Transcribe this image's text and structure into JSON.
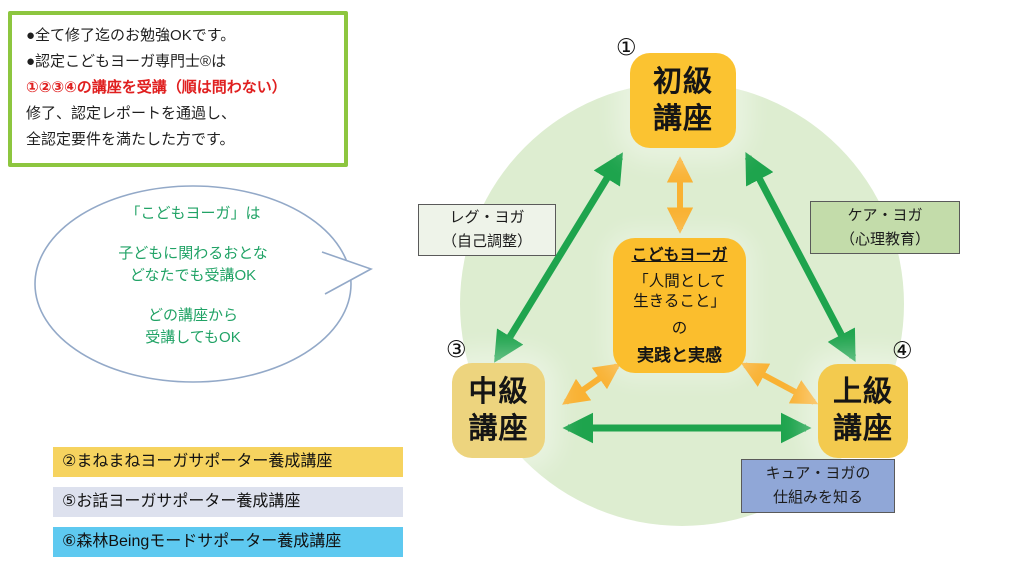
{
  "info_box": {
    "line1": "●全て修了迄のお勉強OKです。",
    "line2": "●認定こどもヨーガ専門士®は",
    "line3": "①②③④の講座を受講（順は問わない）",
    "line4": "修了、認定レポートを通過し、",
    "line5": "全認定要件を満たした方です。"
  },
  "speech_bubble": {
    "line1": "「こどもヨーガ」は",
    "line2": "子どもに関わるおとな",
    "line3": "どなたでも受講OK",
    "line4": "どの講座から",
    "line5": "受講してもOK"
  },
  "course_list": [
    {
      "label": "②まねまねヨーガサポーター養成講座",
      "bg": "#f6d35f"
    },
    {
      "label": "⑤お話ヨーガサポーター養成講座",
      "bg": "#dde1ee"
    },
    {
      "label": "⑥森林Beingモードサポーター養成講座",
      "bg": "#5ec9f0"
    }
  ],
  "diagram": {
    "nodes": {
      "beginner": {
        "number": "①",
        "line1": "初級",
        "line2": "講座"
      },
      "intermediate": {
        "number": "③",
        "line1": "中級",
        "line2": "講座"
      },
      "advanced": {
        "number": "④",
        "line1": "上級",
        "line2": "講座"
      }
    },
    "center_box": {
      "title": "こどもヨーガ",
      "line1": "「人間として",
      "line2": "生きること」",
      "line3": "の",
      "line4": "実践と実感"
    },
    "labels": {
      "leg_yoga": {
        "line1": "レグ・ヨガ",
        "line2": "（自己調整）"
      },
      "care_yoga": {
        "line1": "ケア・ヨガ",
        "line2": "（心理教育）"
      },
      "cure_yoga": {
        "line1": "キュア・ヨガの",
        "line2": "仕組みを知る"
      }
    },
    "colors": {
      "circle_bg": "#ddedd0",
      "green_arrow": "#1ea44d",
      "yellow_arrow": "#f9b233",
      "node_beginner_bg": "#fbc331",
      "node_intermediate_bg": "#edd47e",
      "node_advanced_bg": "#f3ca4e",
      "center_box_bg": "#fbbe2d",
      "leg_label_bg": "#eef3e9",
      "care_label_bg": "#c3dcaa",
      "cure_label_bg": "#90a7d7",
      "info_border": "#8dc63f",
      "info_red_text": "#e02020",
      "bubble_border": "#93a9c8",
      "bubble_text": "#21a366",
      "row_yellow_bg": "#f6d35f",
      "row_lavender_bg": "#dde1ee",
      "row_cyan_bg": "#5ec9f0"
    }
  }
}
